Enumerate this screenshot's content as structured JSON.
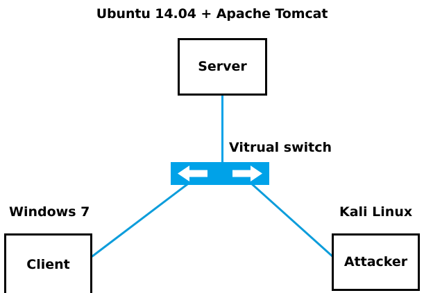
{
  "diagram": {
    "type": "network-topology",
    "background_color": "#ffffff",
    "accent_color": "#00a2e8",
    "border_color": "#000000",
    "text_color": "#000000",
    "title": "Ubuntu 14.04 + Apache Tomcat",
    "nodes": [
      {
        "id": "server",
        "label": "Server",
        "os_label": "Ubuntu 14.04 + Apache Tomcat",
        "role": "web-server"
      },
      {
        "id": "client",
        "label": "Client",
        "os_label": "Windows 7",
        "role": "victim-client"
      },
      {
        "id": "attacker",
        "label": "Attacker",
        "os_label": "Kali Linux",
        "role": "attacker-machine"
      }
    ],
    "switch": {
      "label": "Vitrual switch",
      "color": "#00a2e8",
      "arrow_color": "#ffffff",
      "left_arrow_icon": "arrow-left-icon",
      "right_arrow_icon": "arrow-right-icon"
    },
    "links": [
      {
        "from": "server",
        "to": "switch",
        "color": "#00a2e8",
        "width": 3
      },
      {
        "from": "switch",
        "to": "client",
        "color": "#00a2e8",
        "width": 3
      },
      {
        "from": "switch",
        "to": "attacker",
        "color": "#00a2e8",
        "width": 3
      }
    ]
  }
}
